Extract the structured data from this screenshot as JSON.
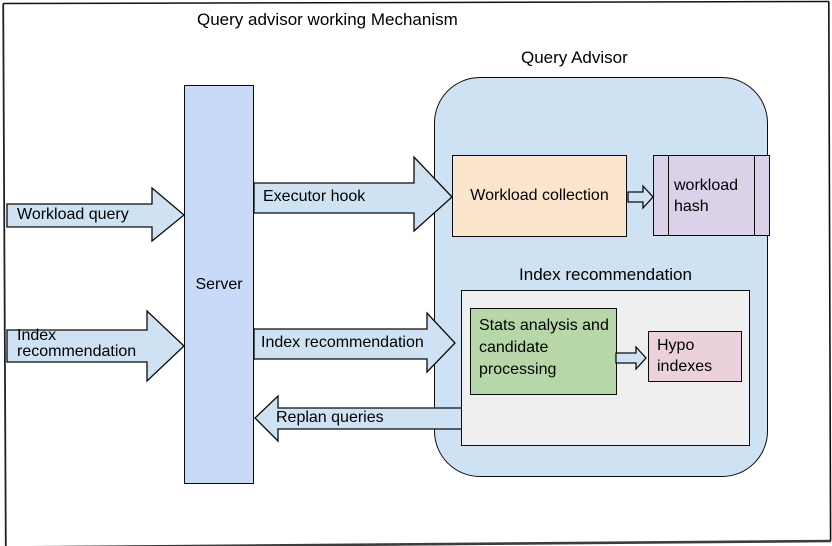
{
  "page": {
    "title": "Query advisor working Mechanism"
  },
  "server": {
    "label": "Server"
  },
  "query_advisor": {
    "label": "Query Advisor",
    "workload_collection_label": "Workload collection",
    "workload_hash_label": "workload hash",
    "index_recommendation": {
      "heading": "Index recommendation",
      "stats_label": "Stats analysis and candidate processing",
      "hypo_label": "Hypo indexes"
    }
  },
  "arrows": {
    "workload_query_label": "Workload query",
    "index_recommendation_in_label": "Index recommendation",
    "executor_hook_label": "Executor hook",
    "index_recommendation_mid_label": "Index recommendation",
    "replan_queries_label": "Replan queries"
  },
  "palette": {
    "container_fill": "#cfe2f3",
    "arrow_fill": "#cfe2f3",
    "server_fill": "#c9daf8",
    "workload_collection_fill": "#fce5cd",
    "workload_hash_fill": "#d9d2e9",
    "panel_fill": "#efefef",
    "stats_fill": "#b6d7a8",
    "hypo_fill": "#ead1dc",
    "stroke": "#000000",
    "background": "#ffffff"
  }
}
